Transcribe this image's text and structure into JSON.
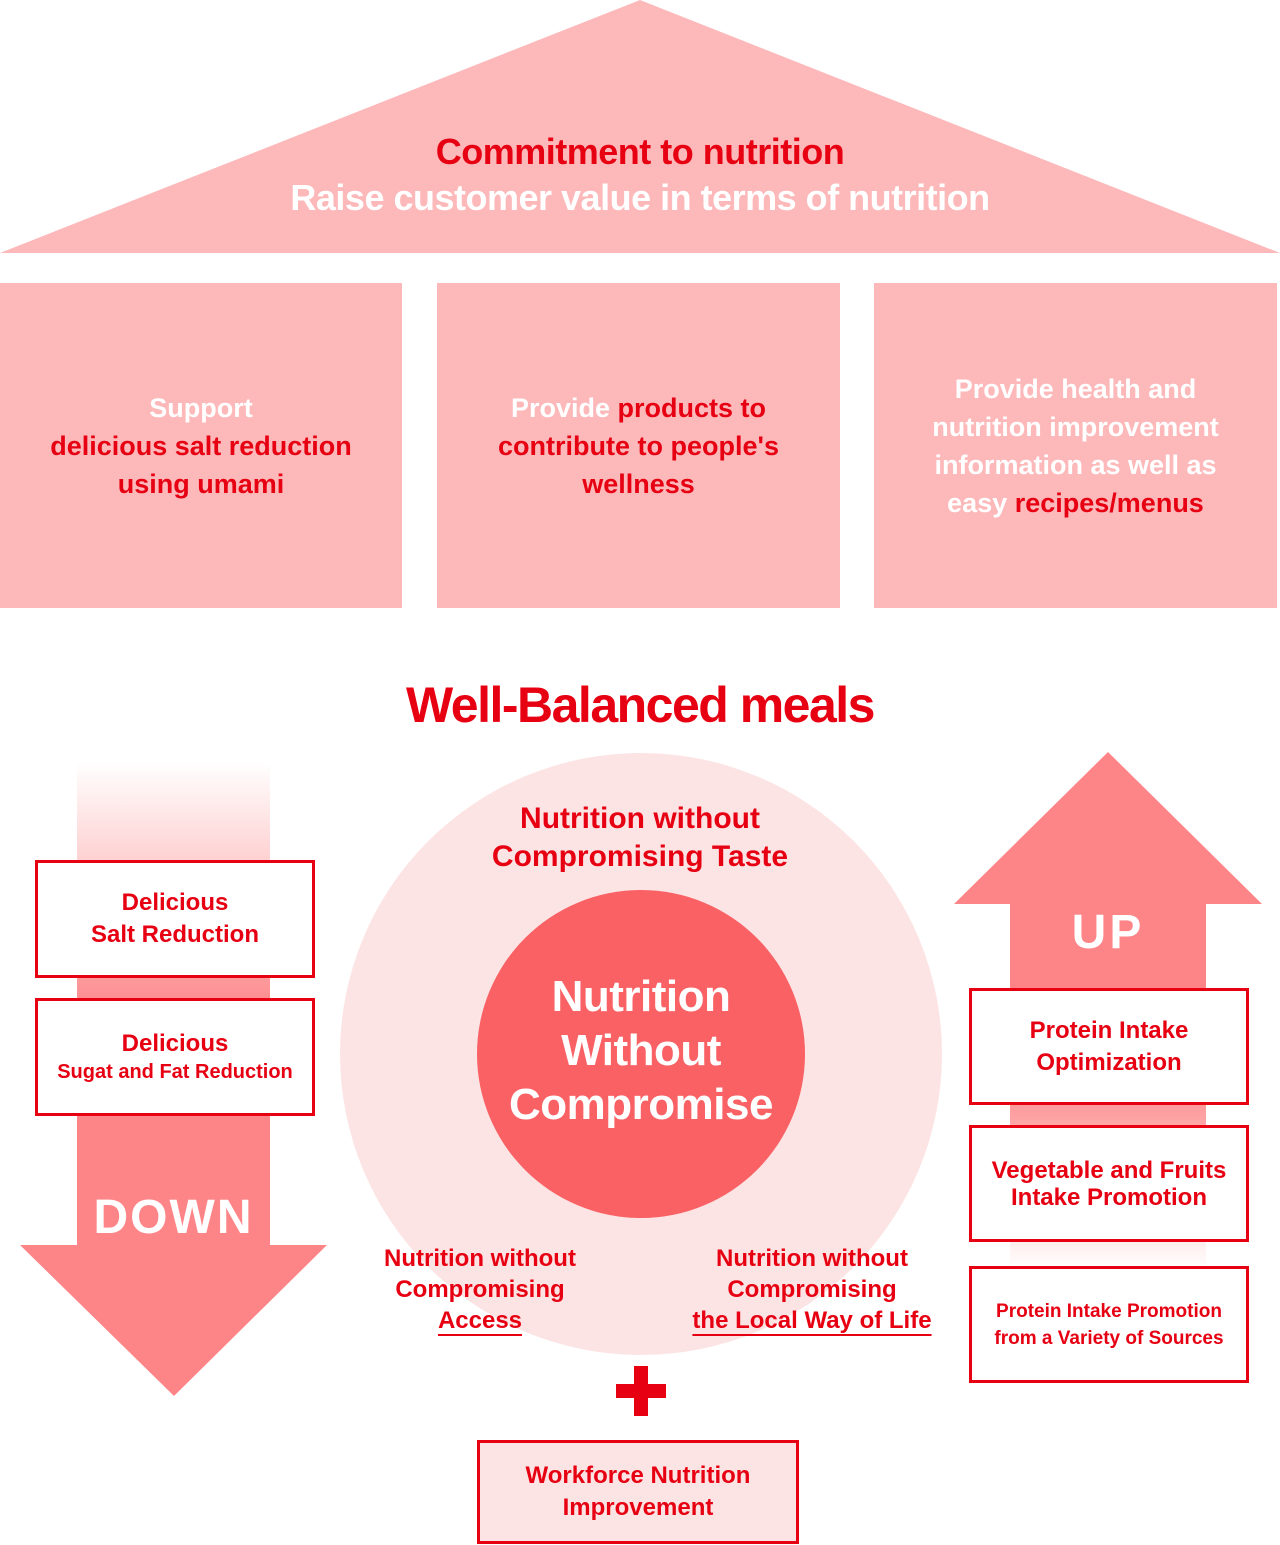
{
  "roof": {
    "title": "Commitment to nutrition",
    "subtitle": "Raise customer value in terms of nutrition"
  },
  "pillars": [
    {
      "parts": [
        {
          "text": "Support",
          "highlight": false,
          "br": true
        },
        {
          "text": "delicious salt  reduction",
          "highlight": true,
          "br": true
        },
        {
          "text": "using  umami",
          "highlight": true,
          "br": false
        }
      ]
    },
    {
      "parts": [
        {
          "text": "Provide ",
          "highlight": false,
          "br": false
        },
        {
          "text": "products to",
          "highlight": true,
          "br": true
        },
        {
          "text": "contribute to  people's",
          "highlight": true,
          "br": true
        },
        {
          "text": "wellness",
          "highlight": true,
          "br": false
        }
      ]
    },
    {
      "parts": [
        {
          "text": "Provide health and",
          "highlight": false,
          "br": true
        },
        {
          "text": "nutrition improvement",
          "highlight": false,
          "br": true
        },
        {
          "text": "information as well as",
          "highlight": false,
          "br": true
        },
        {
          "text": "easy ",
          "highlight": false,
          "br": false
        },
        {
          "text": "recipes/menus",
          "highlight": true,
          "br": false
        }
      ]
    }
  ],
  "heading": "Well-Balanced meals",
  "down": {
    "label": "DOWN",
    "boxes": [
      {
        "line1": "Delicious",
        "line2": "Salt Reduction"
      },
      {
        "line1": "Delicious",
        "line2": "Sugat and Fat Reduction"
      }
    ]
  },
  "up": {
    "label": "UP",
    "boxes": [
      {
        "line1": "Protein Intake",
        "line2": "Optimization"
      },
      {
        "line1": "Vegetable and Fruits",
        "line2": "Intake Promotion"
      },
      {
        "line1": "Protein Intake Promotion",
        "line2": "from a Variety of Sources"
      }
    ]
  },
  "circle": {
    "taste_line1": "Nutrition without",
    "taste_line2": "Compromising Taste",
    "center_line1": "Nutrition",
    "center_line2": "Without",
    "center_line3": "Compromise",
    "access_line1": "Nutrition without",
    "access_line2": "Compromising",
    "access_line3": "Access",
    "local_line1": "Nutrition without",
    "local_line2": "Compromising",
    "local_line3": "the Local Way of Life"
  },
  "bottom": {
    "line1": "Workforce Nutrition",
    "line2": "Improvement"
  },
  "colors": {
    "accent_red": "#e60012",
    "light_pink": "#fdb8ba",
    "arrow_pink": "#fd8587",
    "circle_pale": "#fde4e4",
    "circle_center": "#f96164"
  }
}
